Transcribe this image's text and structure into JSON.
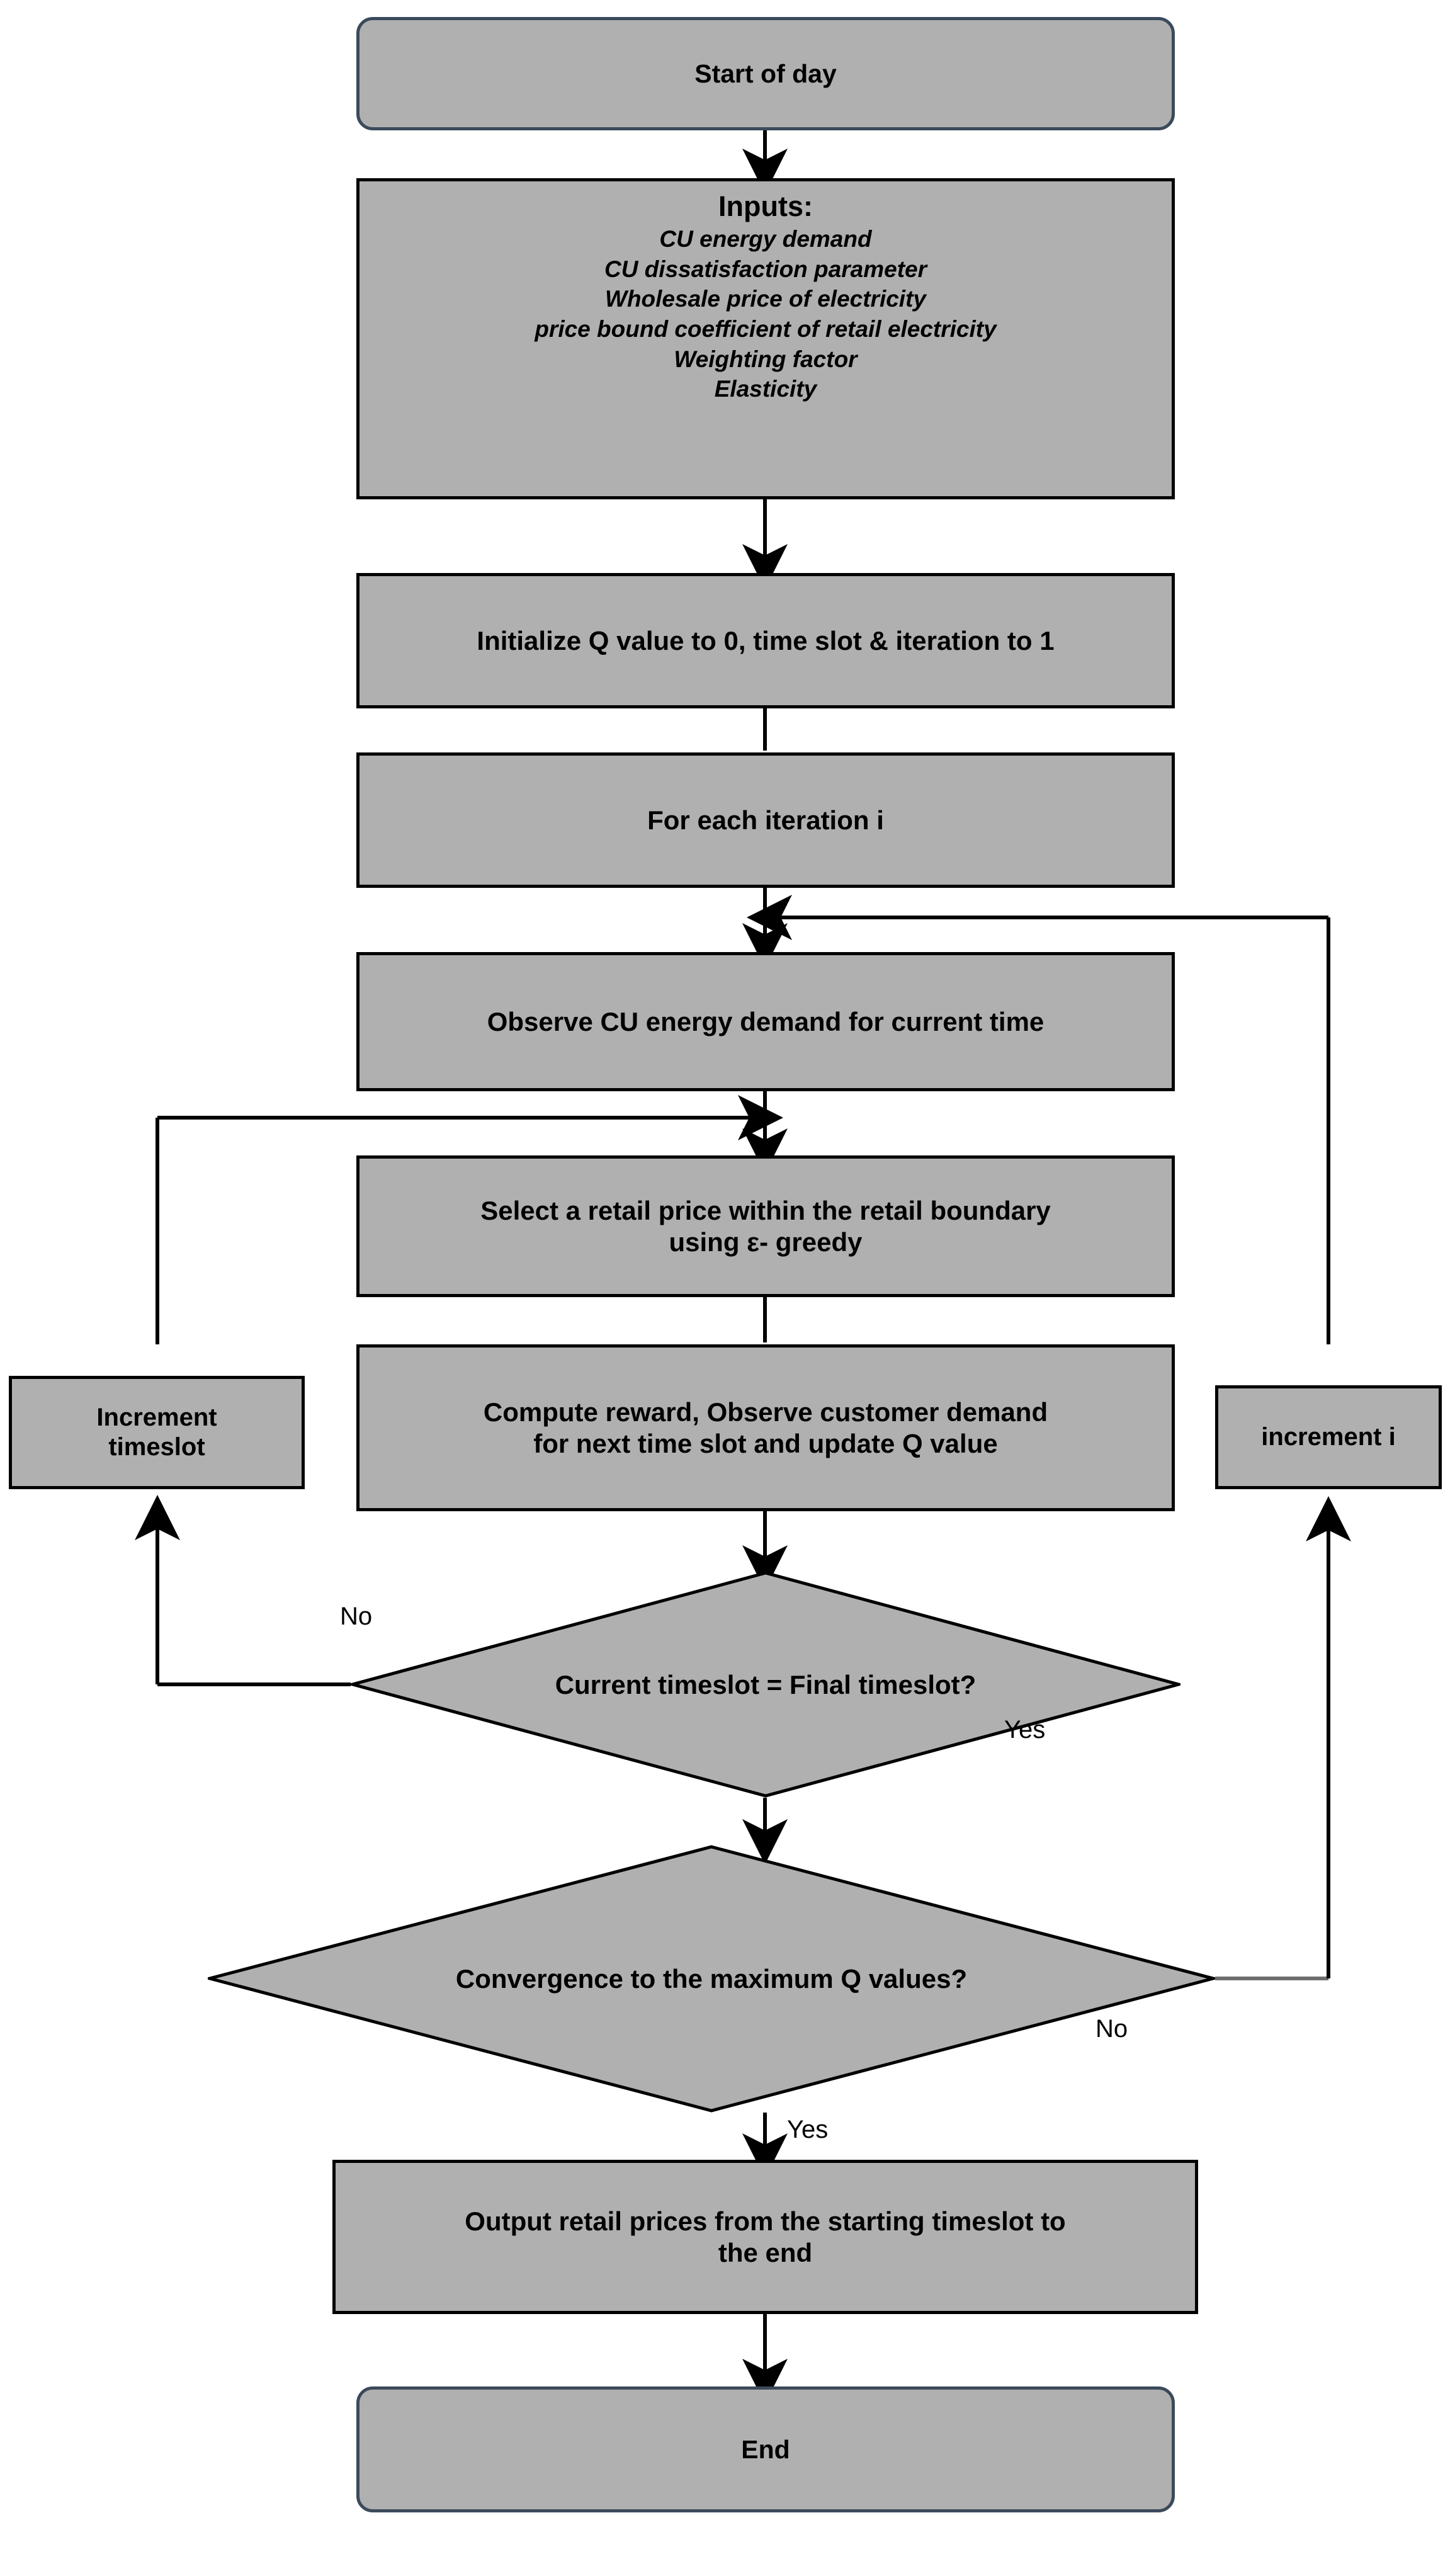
{
  "diagram": {
    "title": "Q-learning retail pricing flowchart",
    "colors": {
      "node_fill": "#b0b0b0",
      "node_border": "#000000",
      "terminator_border": "#3b4a5b",
      "edge": "#000000",
      "background": "#ffffff"
    }
  },
  "nodes": {
    "start": {
      "label": "Start of day",
      "shape": "terminator"
    },
    "inputs": {
      "heading": "Inputs:",
      "shape": "process",
      "items": [
        "CU energy demand",
        "CU dissatisfaction parameter",
        "Wholesale price of electricity",
        "price bound coefficient of retail electricity",
        "Weighting factor",
        "Elasticity"
      ]
    },
    "initialize": {
      "label": "Initialize Q value to 0, time slot & iteration to 1",
      "shape": "process"
    },
    "for_each_iteration": {
      "label": "For each iteration i",
      "shape": "process"
    },
    "observe_demand": {
      "label": "Observe CU energy demand for current time",
      "shape": "process"
    },
    "select_price": {
      "label": "Select a retail price within the retail boundary\nusing ε- greedy",
      "shape": "process"
    },
    "compute_reward": {
      "label": "Compute reward, Observe customer demand\nfor next time slot and update Q value",
      "shape": "process"
    },
    "increment_timeslot": {
      "label": "Increment\ntimeslot",
      "shape": "process"
    },
    "increment_i": {
      "label": "increment i",
      "shape": "process"
    },
    "decision_timeslot": {
      "label": "Current timeslot = Final timeslot?",
      "shape": "decision"
    },
    "decision_convergence": {
      "label": "Convergence to the maximum Q values?",
      "shape": "decision"
    },
    "output_prices": {
      "label": "Output retail prices from the starting timeslot to\nthe end",
      "shape": "process"
    },
    "end": {
      "label": "End",
      "shape": "terminator"
    }
  },
  "edge_labels": {
    "timeslot_no": "No",
    "timeslot_yes": "Yes",
    "convergence_no": "No",
    "convergence_yes": "Yes"
  }
}
